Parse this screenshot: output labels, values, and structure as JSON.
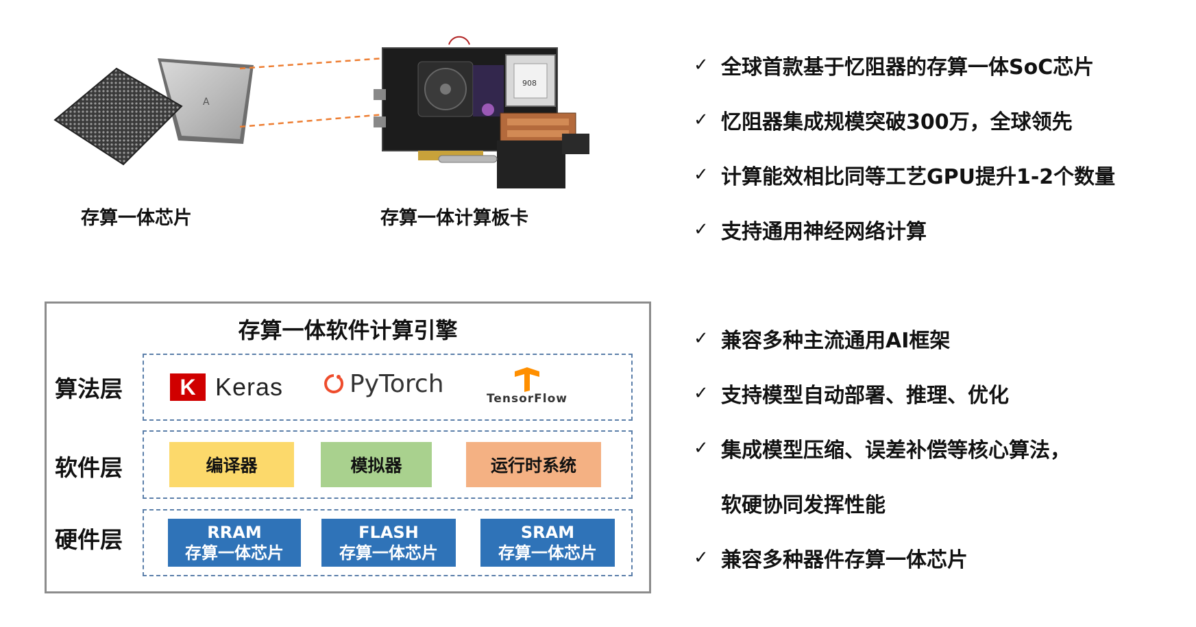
{
  "top": {
    "chip_caption": "存算一体芯片",
    "board_caption": "存算一体计算板卡",
    "chip_mark": "A",
    "board_label": "908"
  },
  "features_top": [
    "全球首款基于忆阻器的存算一体SoC芯片",
    "忆阻器集成规模突破300万，全球领先",
    "计算能效相比同等工艺GPU提升1-2个数量",
    "支持通用神经网络计算"
  ],
  "features_bottom": [
    "兼容多种主流通用AI框架",
    "支持模型自动部署、推理、优化",
    "集成模型压缩、误差补偿等核心算法，",
    "软硬协同发挥性能",
    "兼容多种器件存算一体芯片"
  ],
  "check_symbol": "✓",
  "engine": {
    "title": "存算一体软件计算引擎",
    "algorithm_label": "算法层",
    "software_label": "软件层",
    "hardware_label": "硬件层",
    "frameworks": {
      "keras_mark": "K",
      "keras": "Keras",
      "pytorch": "PyTorch",
      "tensorflow": "TensorFlow"
    },
    "software": [
      "编译器",
      "模拟器",
      "运行时系统"
    ],
    "hardware": [
      {
        "top": "RRAM",
        "bottom": "存算一体芯片"
      },
      {
        "top": "FLASH",
        "bottom": "存算一体芯片"
      },
      {
        "top": "SRAM",
        "bottom": "存算一体芯片"
      }
    ]
  },
  "colors": {
    "compiler": "#fcd96b",
    "simulator": "#a9d18e",
    "runtime": "#f4b183",
    "hardware": "#2f73b8",
    "dash_border": "#5a7ea9",
    "link_line": "#ed7d31"
  }
}
